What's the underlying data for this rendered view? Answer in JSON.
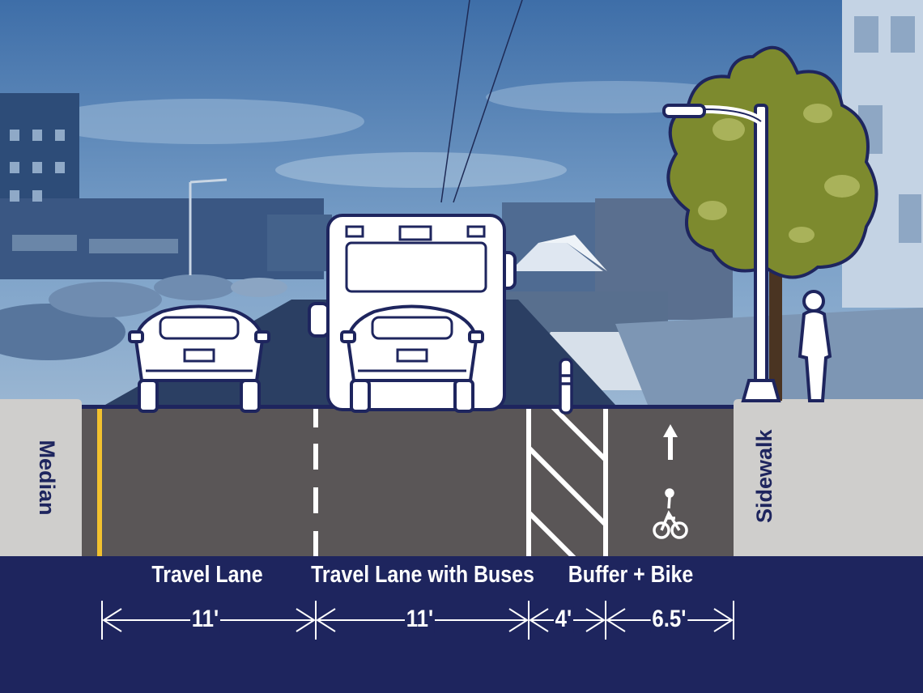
{
  "labels": {
    "median": "Median",
    "sidewalk": "Sidewalk"
  },
  "lanes": [
    {
      "name": "Travel Lane",
      "width": "11'"
    },
    {
      "name": "Travel Lane with Buses",
      "width": "11'"
    },
    {
      "name": "Buffer + Bike",
      "width_buffer": "4'",
      "width_bike": "6.5'"
    }
  ],
  "icons": [
    "car-icon",
    "bus-icon",
    "tree-icon",
    "street-light-icon",
    "pedestrian-icon",
    "bollard-icon",
    "bike-symbol-icon",
    "arrow-up-icon"
  ],
  "colors": {
    "navy": "#1e255e",
    "road": "#5a5657",
    "curb": "#cfcecc",
    "yellow_line": "#f2c12e",
    "sky_tint": "#3f6fa8",
    "tree": "#7d8a2e"
  }
}
